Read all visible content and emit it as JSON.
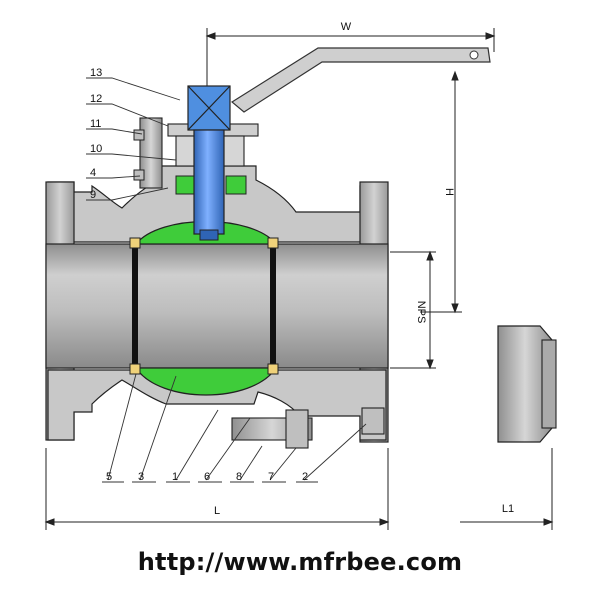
{
  "dimensions": {
    "w": "W",
    "h": "H",
    "nps": "NPS",
    "l": "L",
    "l1": "L1"
  },
  "part_labels": {
    "p13": "13",
    "p12": "12",
    "p11": "11",
    "p10": "10",
    "p4": "4",
    "p9": "9",
    "p5": "5",
    "p3": "3",
    "p1": "1",
    "p6": "6",
    "p8": "8",
    "p7": "7",
    "p2": "2"
  },
  "watermark": "http://www.mfrbee.com",
  "colors": {
    "ball": "#3fcc3a",
    "stem": "#4f8fe0",
    "body": "#c4c4c4",
    "bore": "#bdbdbd",
    "line": "#111111"
  }
}
